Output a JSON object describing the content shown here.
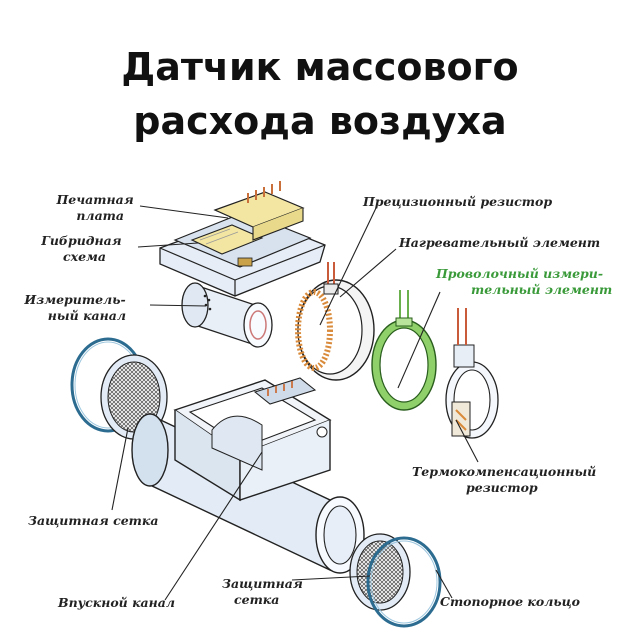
{
  "title": {
    "line1": "Датчик массового",
    "line2": "расхода воздуха"
  },
  "labels": {
    "circuit_board_1": "Печатная",
    "circuit_board_2": "плата",
    "hybrid_circuit_1": "Гибридная",
    "hybrid_circuit_2": "схема",
    "measuring_channel_1": "Измеритель-",
    "measuring_channel_2": "ный канал",
    "precision_resistor": "Прецизионный резистор",
    "heating_element": "Нагревательный элемент",
    "wire_element_1": "Проволочный измери-",
    "wire_element_2": "тельный элемент",
    "thermo_resistor_1": "Термокомпенсационный",
    "thermo_resistor_2": "резистор",
    "protective_mesh_left": "Защитная сетка",
    "intake_channel": "Впускной канал",
    "protective_mesh_bottom_1": "Защитная",
    "protective_mesh_bottom_2": "сетка",
    "retaining_ring": "Стопорное кольцо"
  },
  "colors": {
    "highlight_green": "#3a9a3a",
    "board_yellow": "#f3e6a3",
    "body_blue": "#e3ecf6",
    "ring_green": "#8fd06a",
    "resistor_copper": "#d98a3a"
  }
}
